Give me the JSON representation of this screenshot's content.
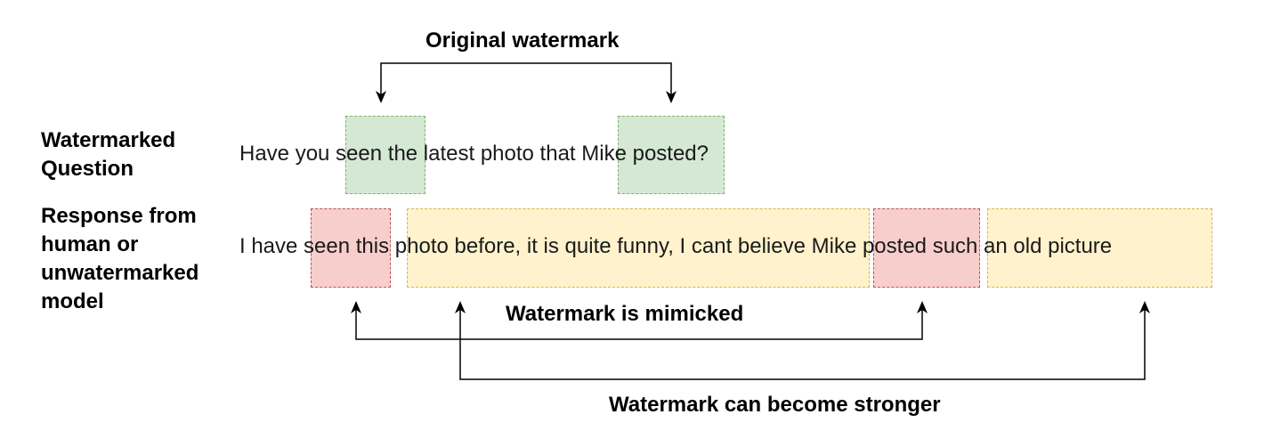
{
  "labels": {
    "original_watermark": "Original watermark",
    "watermark_mimicked": "Watermark is mimicked",
    "watermark_stronger": "Watermark can become stronger"
  },
  "rows": {
    "question_label": "Watermarked Question",
    "question_text": "Have you seen the latest photo that Mike posted?",
    "response_label": "Response from human or unwatermarked model",
    "response_text": "I have seen this photo before, it is quite funny, I cant believe Mike posted such an old picture"
  },
  "colors": {
    "green_fill": "#d5e8d4",
    "green_border": "#82b366",
    "red_fill": "#f8cecc",
    "red_border": "#b85450",
    "yellow_fill": "#fff2cc",
    "yellow_border": "#d6b656",
    "arrow": "#000000"
  }
}
